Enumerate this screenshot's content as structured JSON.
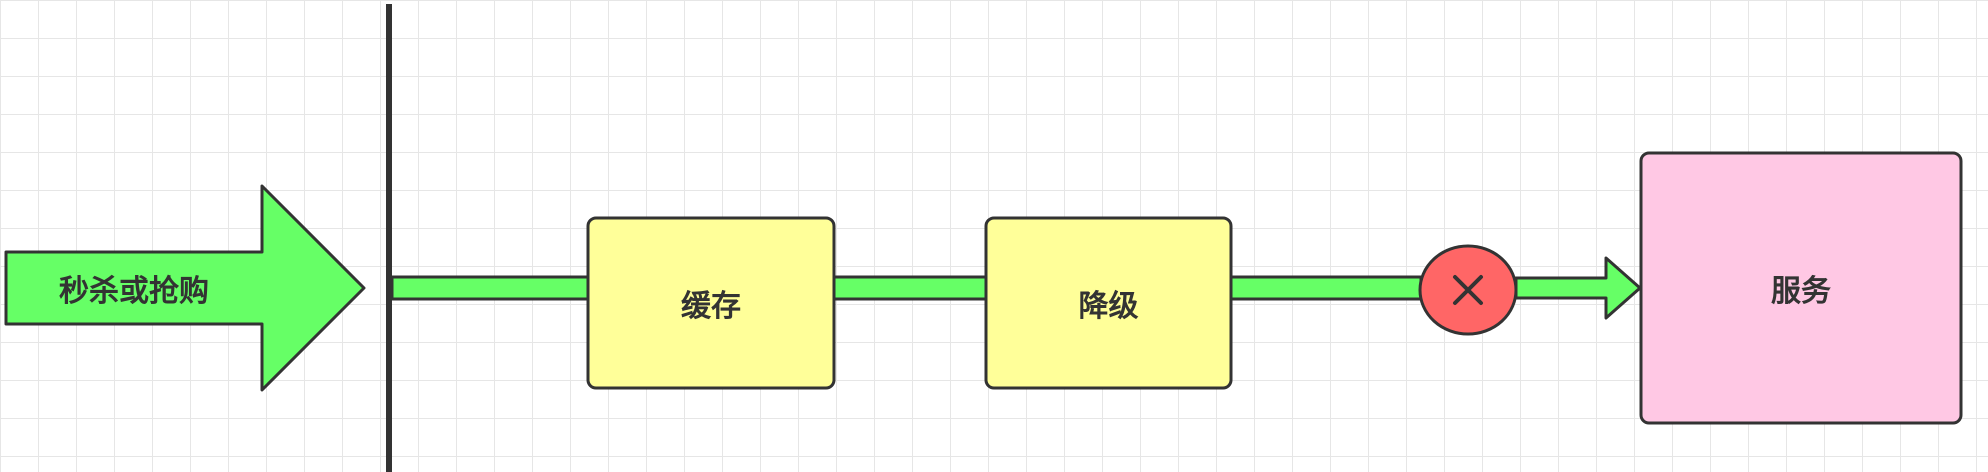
{
  "diagram": {
    "source_label": "秒杀或抢购",
    "nodes": {
      "cache": "缓存",
      "degrade": "降级",
      "service": "服务"
    },
    "colors": {
      "arrow_fill": "#66ff66",
      "stroke": "#333333",
      "box_yellow": "#ffff99",
      "box_pink": "#ffc8e4",
      "blocked_circle": "#ff6666"
    },
    "blocked_symbol": "×"
  }
}
